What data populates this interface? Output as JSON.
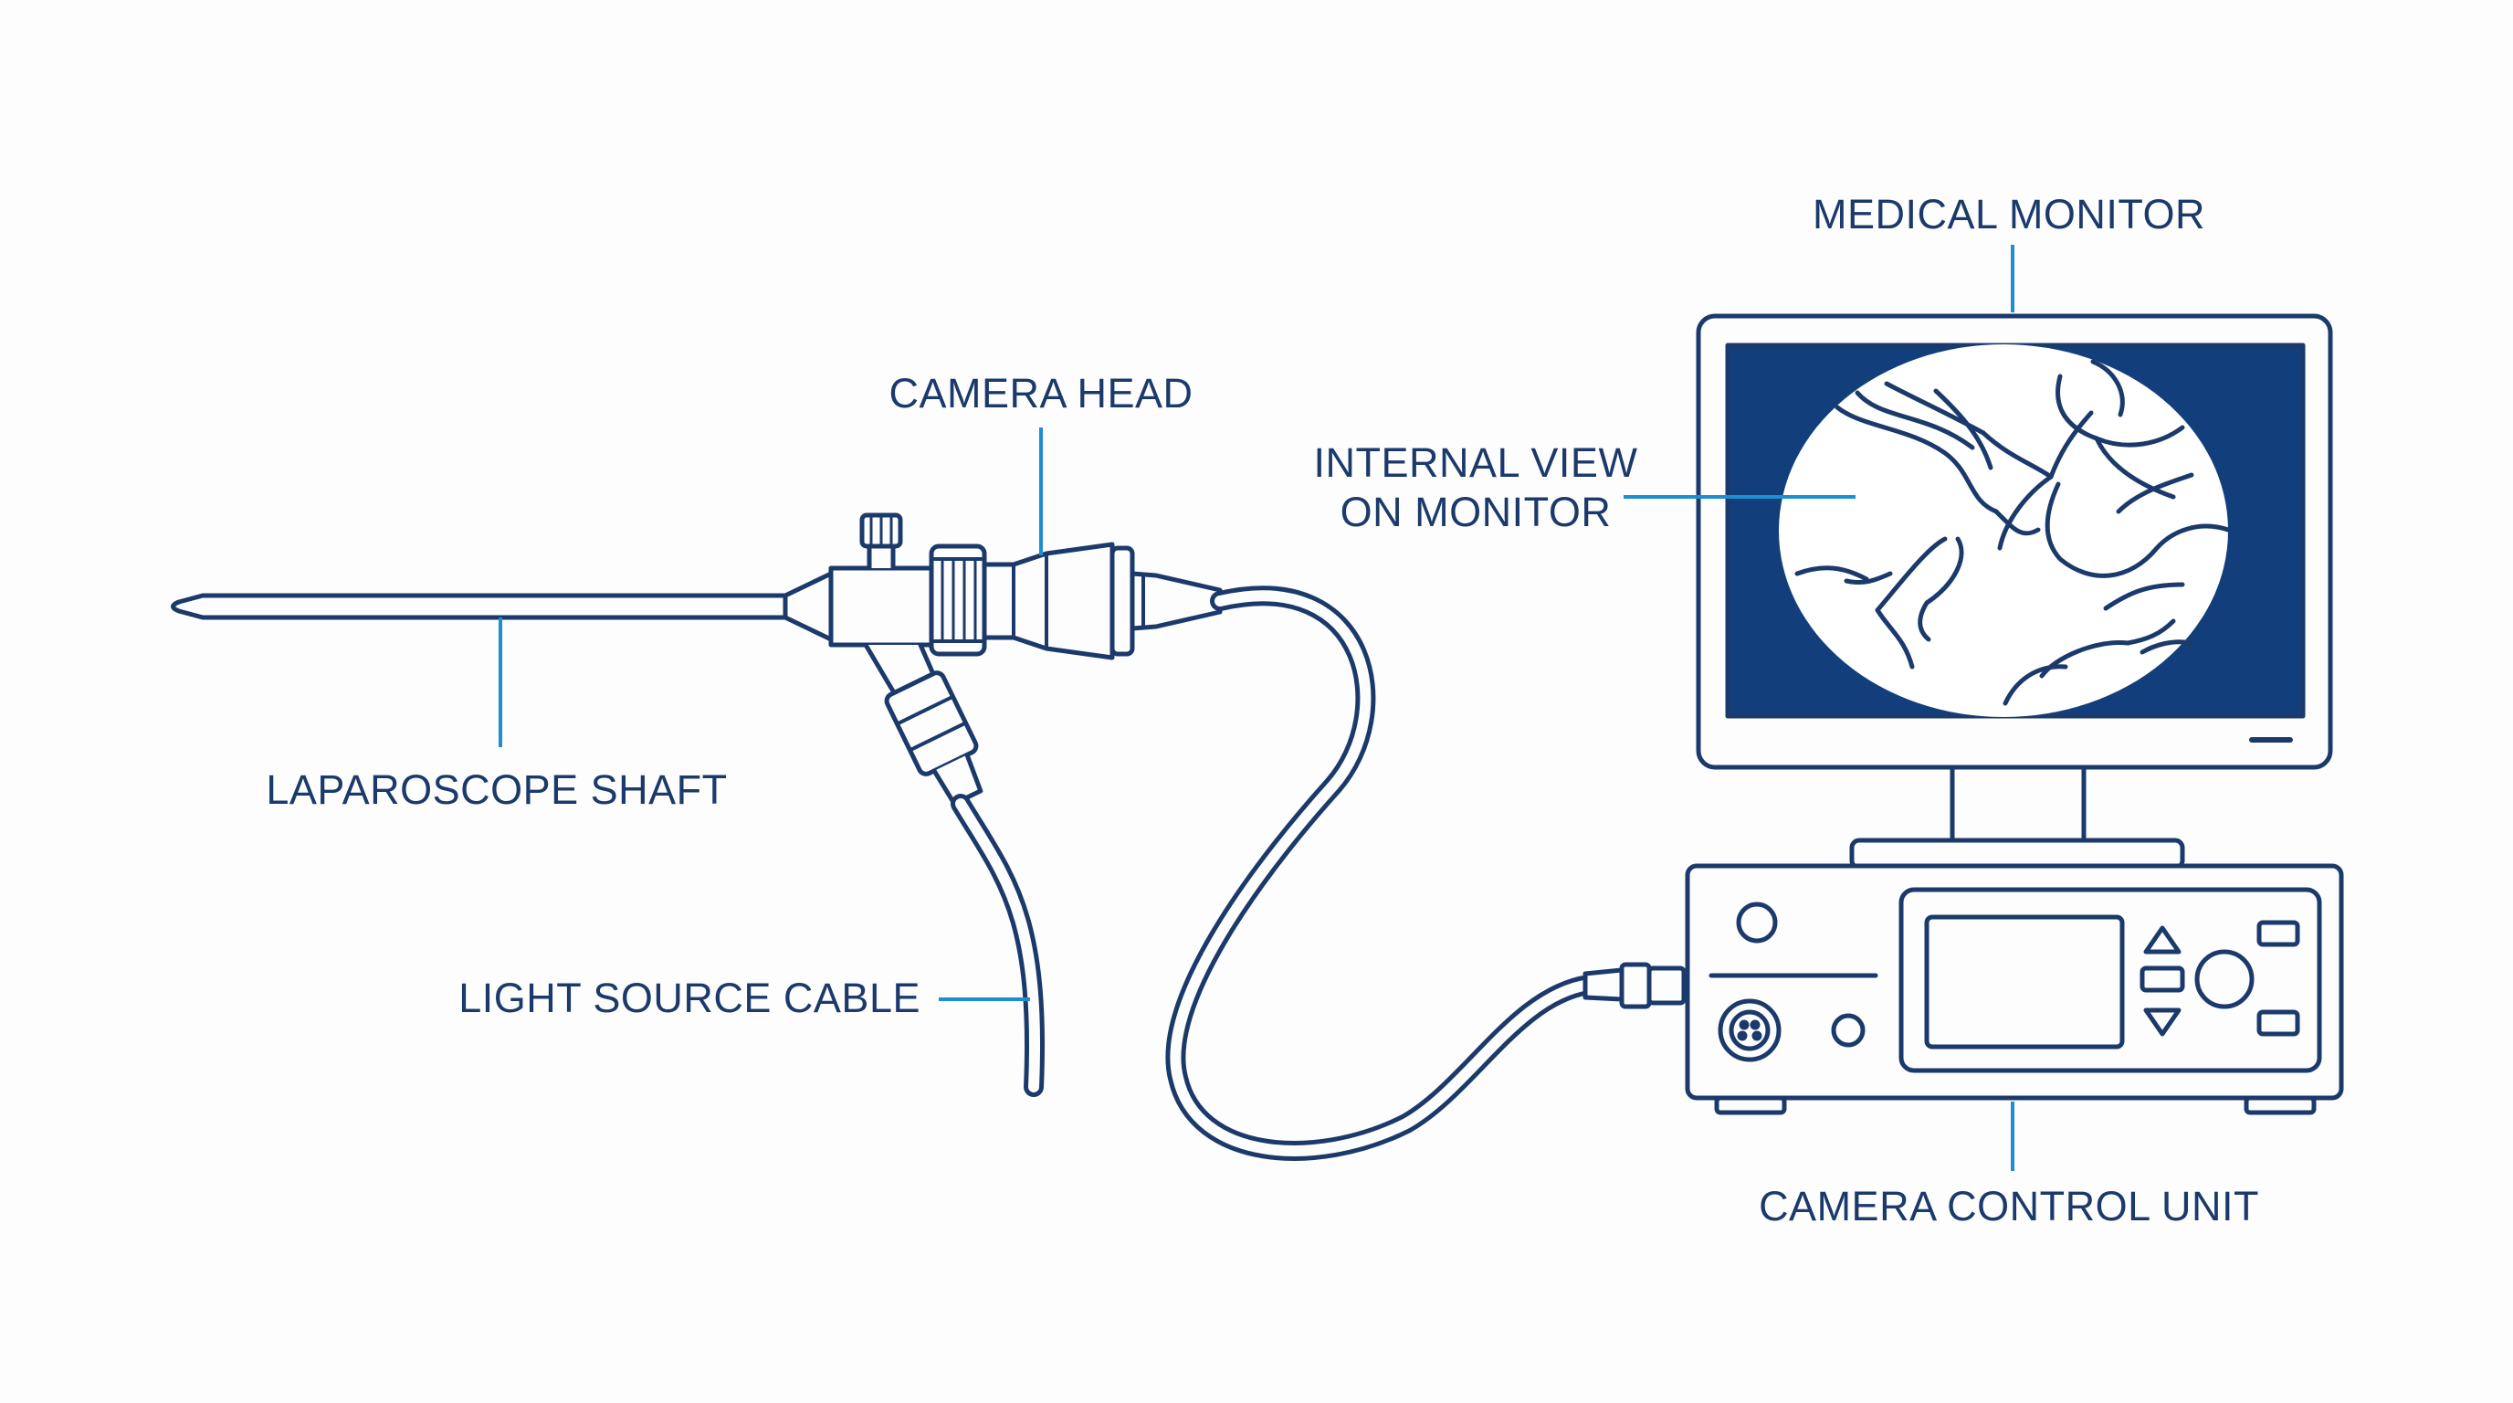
{
  "colors": {
    "background": "#fdfdfd",
    "outline": "#1b3a6b",
    "leader": "#1e8ed3",
    "screen_fill": "#123f7c",
    "view_fill": "#ffffff"
  },
  "labels": {
    "medical_monitor": "MEDICAL MONITOR",
    "camera_head": "CAMERA HEAD",
    "internal_view_line1": "INTERNAL VIEW",
    "internal_view_line2": "ON MONITOR",
    "laparoscope_shaft": "LAPAROSCOPE SHAFT",
    "light_source_cable": "LIGHT SOURCE CABLE",
    "camera_control_unit": "CAMERA CONTROL UNIT"
  }
}
